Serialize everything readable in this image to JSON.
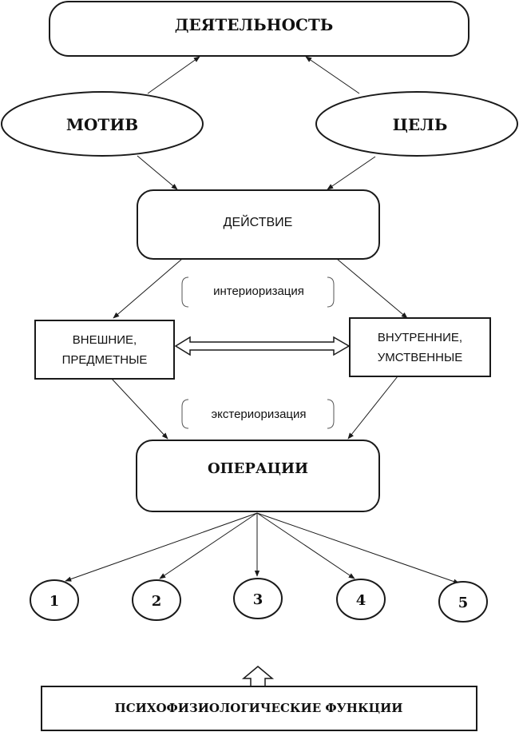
{
  "top": {
    "label": "ДЕЯТЕЛЬНОСТЬ"
  },
  "motive": {
    "label": "МОТИВ"
  },
  "goal": {
    "label": "ЦЕЛЬ"
  },
  "action": {
    "label": "ДЕЙСТВИЕ"
  },
  "interiorization": {
    "label": "интериоризация"
  },
  "external": {
    "line1": "ВНЕШНИЕ,",
    "line2": "ПРЕДМЕТНЫЕ"
  },
  "internal": {
    "line1": "ВНУТРЕННИЕ,",
    "line2": "УМСТВЕННЫЕ"
  },
  "exteriorization": {
    "label": "экстериоризация"
  },
  "operations": {
    "label": "ОПЕРАЦИИ"
  },
  "operation_nodes": [
    "1",
    "2",
    "3",
    "4",
    "5"
  ],
  "functions": {
    "label": "ПСИХОФИЗИОЛОГИЧЕСКИЕ ФУНКЦИИ"
  }
}
